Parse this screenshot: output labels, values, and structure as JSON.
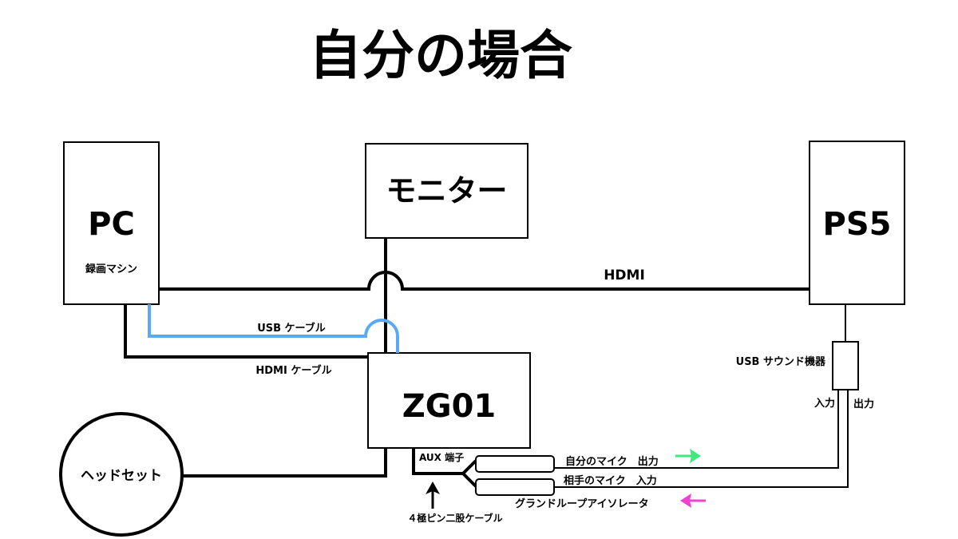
{
  "title": "自分の場合",
  "colors": {
    "line": "#000000",
    "usb_cable": "#5aa9f5",
    "arrow_output": "#3dea7a",
    "arrow_input": "#f040d0"
  },
  "devices": {
    "pc": {
      "label": "PC",
      "sublabel": "録画マシン"
    },
    "monitor": {
      "label": "モニター"
    },
    "ps5": {
      "label": "PS5"
    },
    "zg01": {
      "label": "ZG01"
    },
    "headset": {
      "label": "ヘッドセット"
    },
    "usb_sound": {
      "label": "USB サウンド機器",
      "input_label": "入力",
      "output_label": "出力"
    }
  },
  "cables": {
    "hdmi_ps5": "HDMI",
    "usb": "USB ケーブル",
    "hdmi_pc": "HDMI ケーブル",
    "aux": "AUX 端子",
    "splitter": "４極ピン二股ケーブル",
    "ground_loop": "グランドループアイソレータ"
  },
  "plugs": {
    "my_mic": "自分のマイク　出力",
    "partner_mic": "相手のマイク　入力"
  },
  "arrows": {
    "my_mic": "output",
    "partner_mic": "input"
  }
}
